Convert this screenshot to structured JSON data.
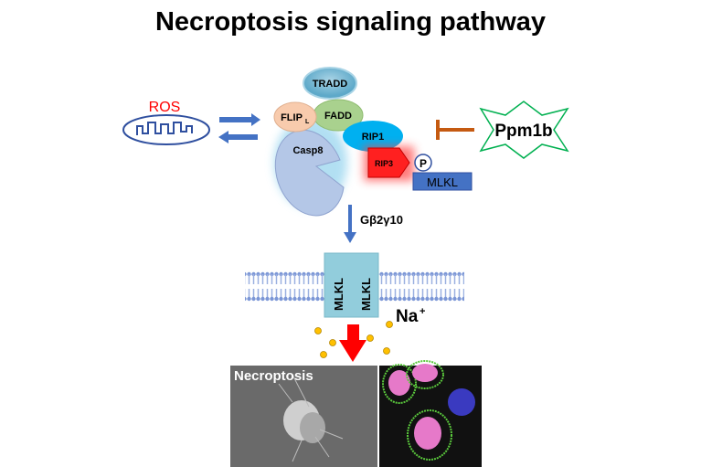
{
  "title": "Necroptosis signaling pathway",
  "ros": "ROS",
  "complex": {
    "tradd": "TRADD",
    "flip": "FLIP",
    "flip_sub": "L",
    "fadd": "FADD",
    "rip1": "RIP1",
    "casp8": "Casp8",
    "rip3": "RIP3",
    "p": "P",
    "mlkl": "MLKL"
  },
  "inhibitor": "Ppm1b",
  "mediator": "Gβ2γ10",
  "membrane": {
    "mlkl_left": "MLKL",
    "mlkl_right": "MLKL"
  },
  "ion": "Na",
  "ion_charge": "+",
  "micrograph_label": "Necroptosis",
  "colors": {
    "blue_arrow": "#4472c4",
    "red_arrow": "#ff0000",
    "inhibit": "#c55a11",
    "star": "#00b050",
    "ros": "#ff0000"
  }
}
